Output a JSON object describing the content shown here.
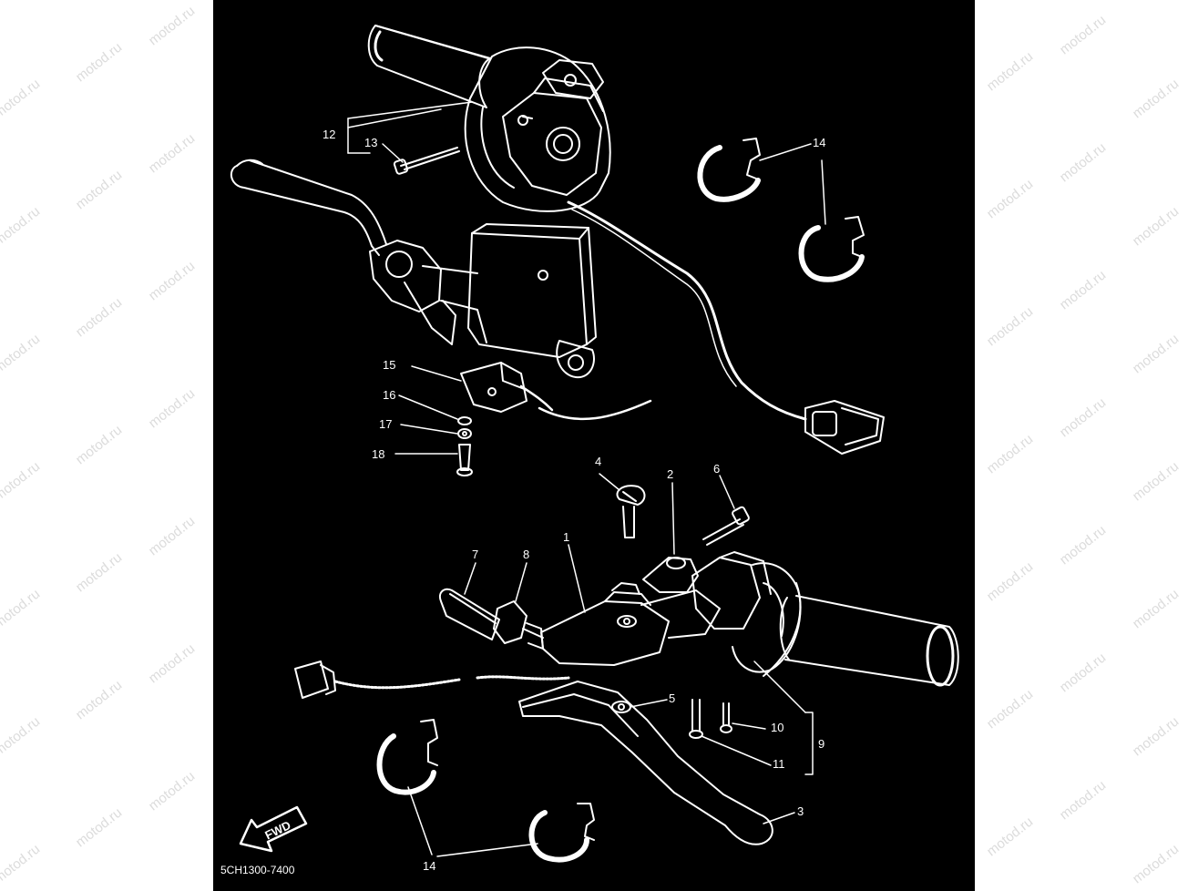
{
  "diagram": {
    "reference_code": "5CH1300-7400",
    "fwd_label": "FWD",
    "watermark": "motod.ru",
    "colors": {
      "background": "#000000",
      "line": "#ffffff",
      "page": "#ffffff",
      "watermark": "#dcdcdc"
    }
  },
  "callouts": {
    "c1": "1",
    "c2": "2",
    "c3": "3",
    "c4": "4",
    "c5": "5",
    "c6": "6",
    "c7": "7",
    "c8": "8",
    "c9": "9",
    "c10": "10",
    "c11": "11",
    "c12": "12",
    "c13": "13",
    "c14a": "14",
    "c14b": "14",
    "c15": "15",
    "c16": "16",
    "c17": "17",
    "c18": "18"
  }
}
